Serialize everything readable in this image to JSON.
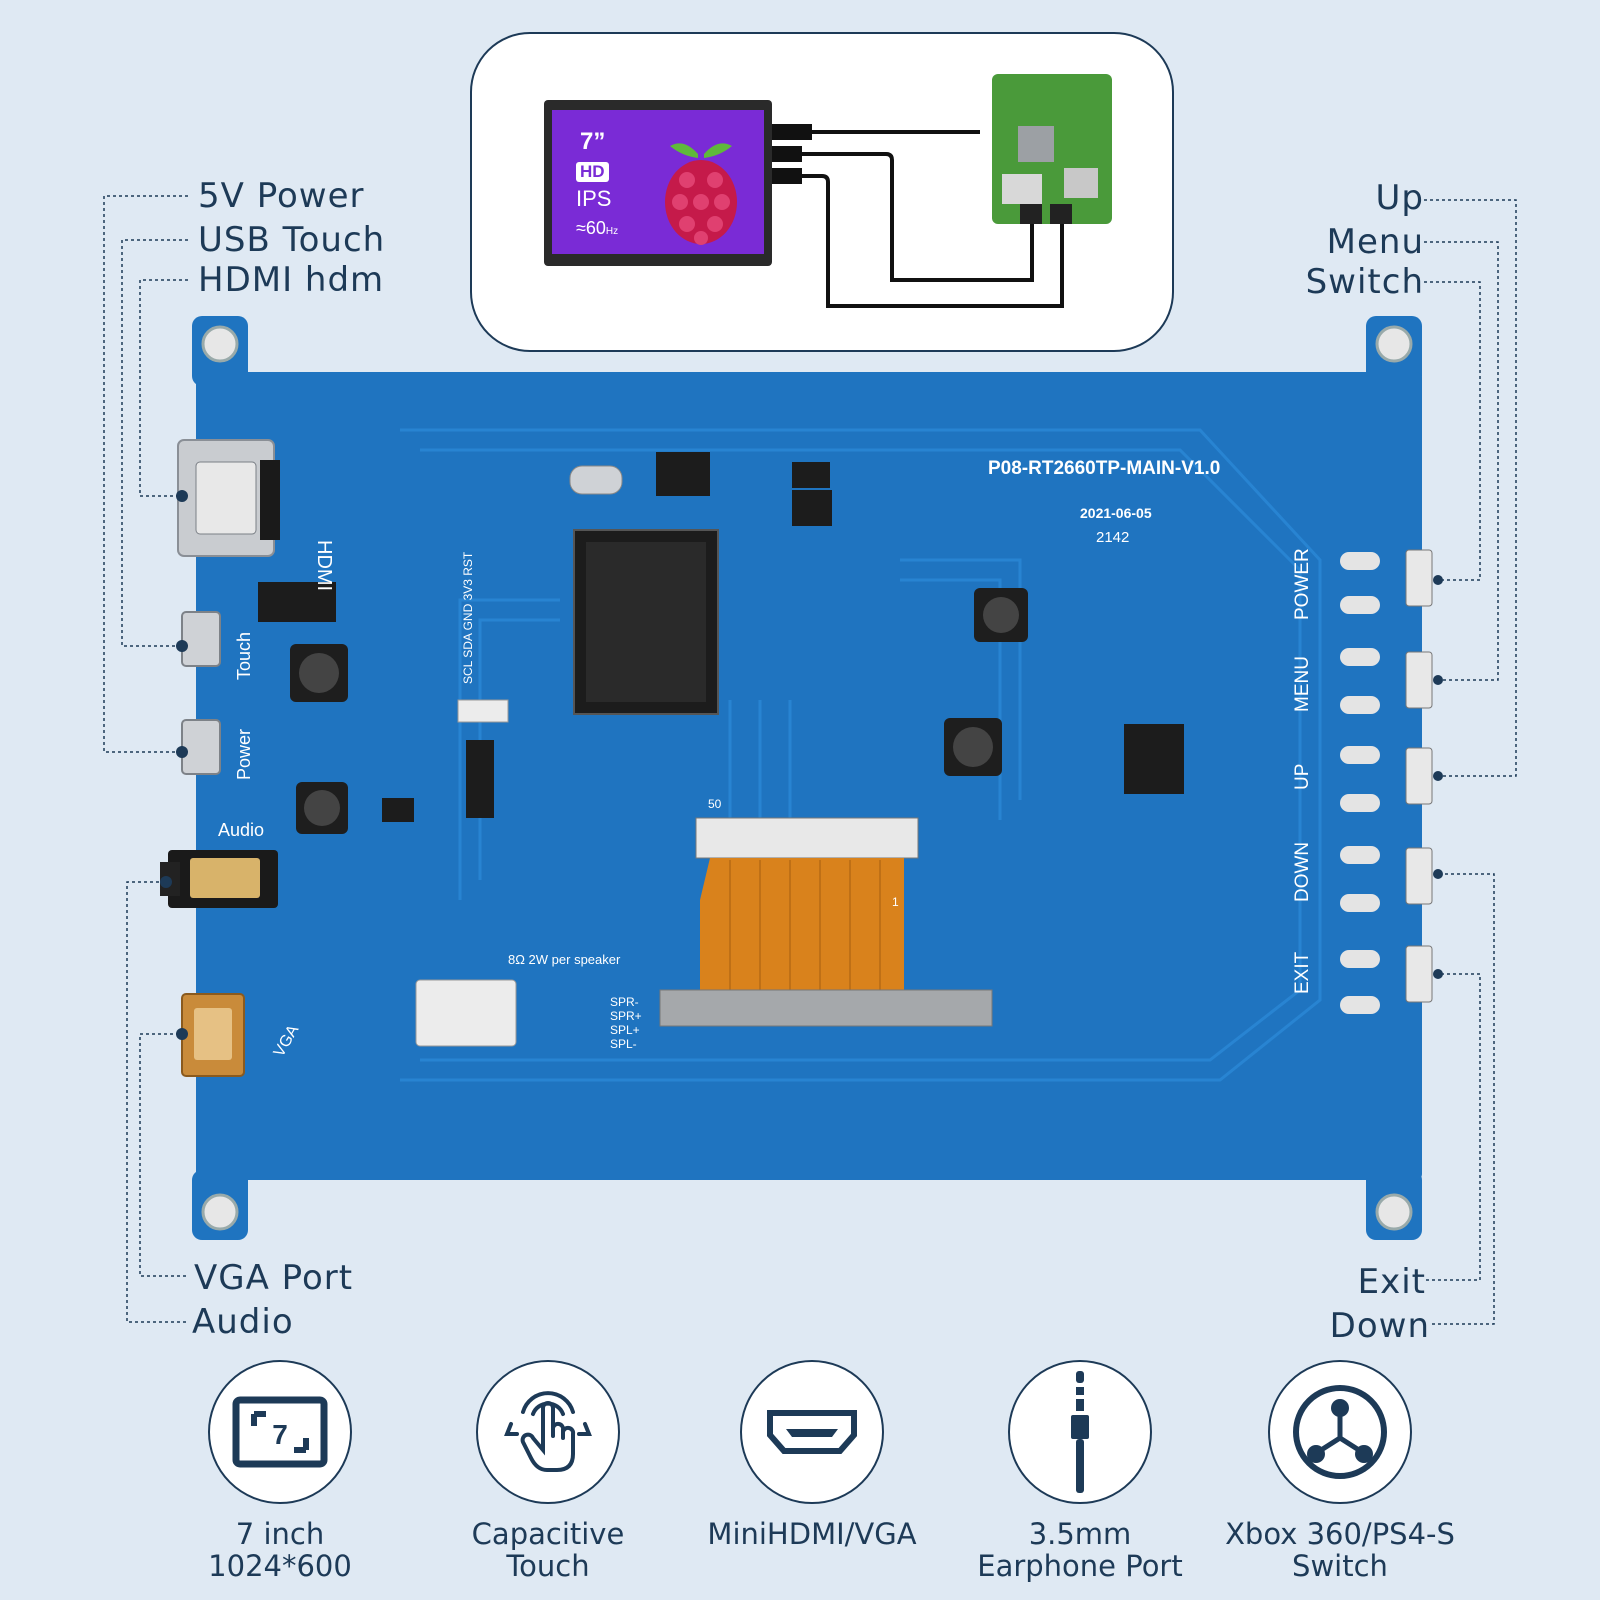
{
  "callouts": {
    "power": "5V Power",
    "usb_touch": "USB Touch",
    "hdmi": "HDMI  hdm",
    "up": "Up",
    "menu": "Menu",
    "switch": "Switch",
    "vga": "VGA Port",
    "audio": "Audio",
    "exit": "Exit",
    "down": "Down"
  },
  "mini_display": {
    "size": "7”",
    "hd": "HD",
    "ips": "IPS",
    "refresh": "≈60",
    "hz": "Hz"
  },
  "board": {
    "part_number": "P08-RT2660TP-MAIN-V1.0",
    "date": "2021-06-05",
    "code": "2142",
    "silkscreen": {
      "hdmi": "HDMI",
      "touch": "Touch",
      "power": "Power",
      "audio": "Audio",
      "vga": "VGA",
      "btn_power": "POWER",
      "btn_menu": "MENU",
      "btn_up": "UP",
      "btn_down": "DOWN",
      "btn_exit": "EXIT",
      "speaker": "8Ω 2W per speaker",
      "spr_minus": "SPR-",
      "spr_plus": "SPR+",
      "spl_plus": "SPL+",
      "spl_minus": "SPL-",
      "i2c": "SCL SDA GND 3V3 RST",
      "cn4_50": "50",
      "cn4_1": "1"
    }
  },
  "features": [
    {
      "label": "7 inch 1024*600",
      "icon": "screen-7-icon"
    },
    {
      "label": "Capacitive Touch",
      "icon": "touch-icon"
    },
    {
      "label": "MiniHDMI/VGA",
      "icon": "hdmi-icon"
    },
    {
      "label": "3.5mm Earphone Port",
      "icon": "earphone-jack-icon"
    },
    {
      "label": "Xbox 360/PS4-S Switch",
      "icon": "usb-hub-icon"
    }
  ],
  "colors": {
    "background": "#dfe9f3",
    "board": "#1f74c0",
    "text": "#1d3a57",
    "display": "#7a2bd6"
  }
}
